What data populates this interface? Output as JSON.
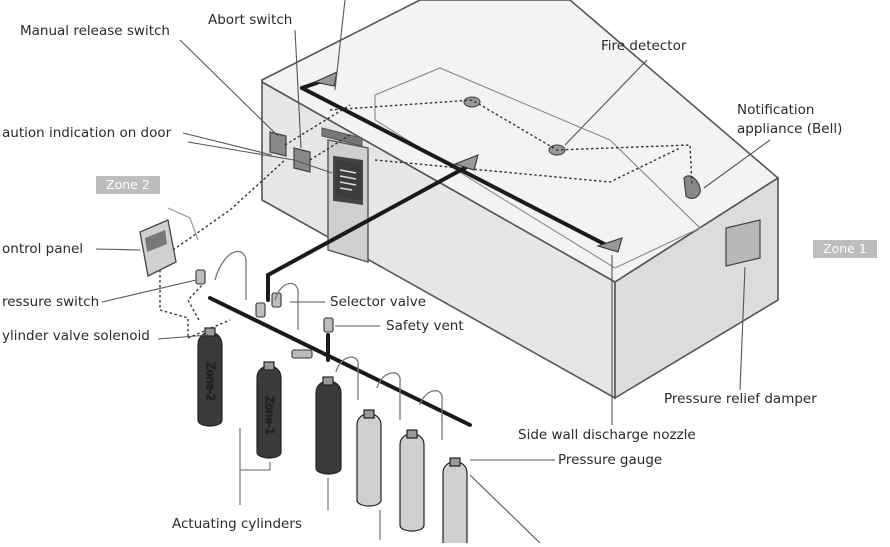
{
  "labels": {
    "manual_release_switch": "Manual release switch",
    "abort_switch": "Abort switch",
    "fire_detector": "Fire detector",
    "notification_appliance_line1": "Notification",
    "notification_appliance_line2": "appliance (Bell)",
    "caution_indication": "aution indication on door",
    "control_panel": "ontrol panel",
    "pressure_switch": "ressure switch",
    "cylinder_valve_solenoid": "ylinder valve solenoid",
    "selector_valve": "Selector valve",
    "safety_vent": "Safety vent",
    "pressure_relief_damper": "Pressure relief damper",
    "side_wall_discharge_nozzle": "Side wall discharge  nozzle",
    "pressure_gauge": "Pressure gauge",
    "actuating_cylinders": "Actuating cylinders"
  },
  "zones": {
    "zone2": "Zone 2",
    "zone1": "Zone 1"
  },
  "cylinders": {
    "zone2_cylinder": "Zone-2",
    "zone1_cylinder": "Zone-1"
  }
}
